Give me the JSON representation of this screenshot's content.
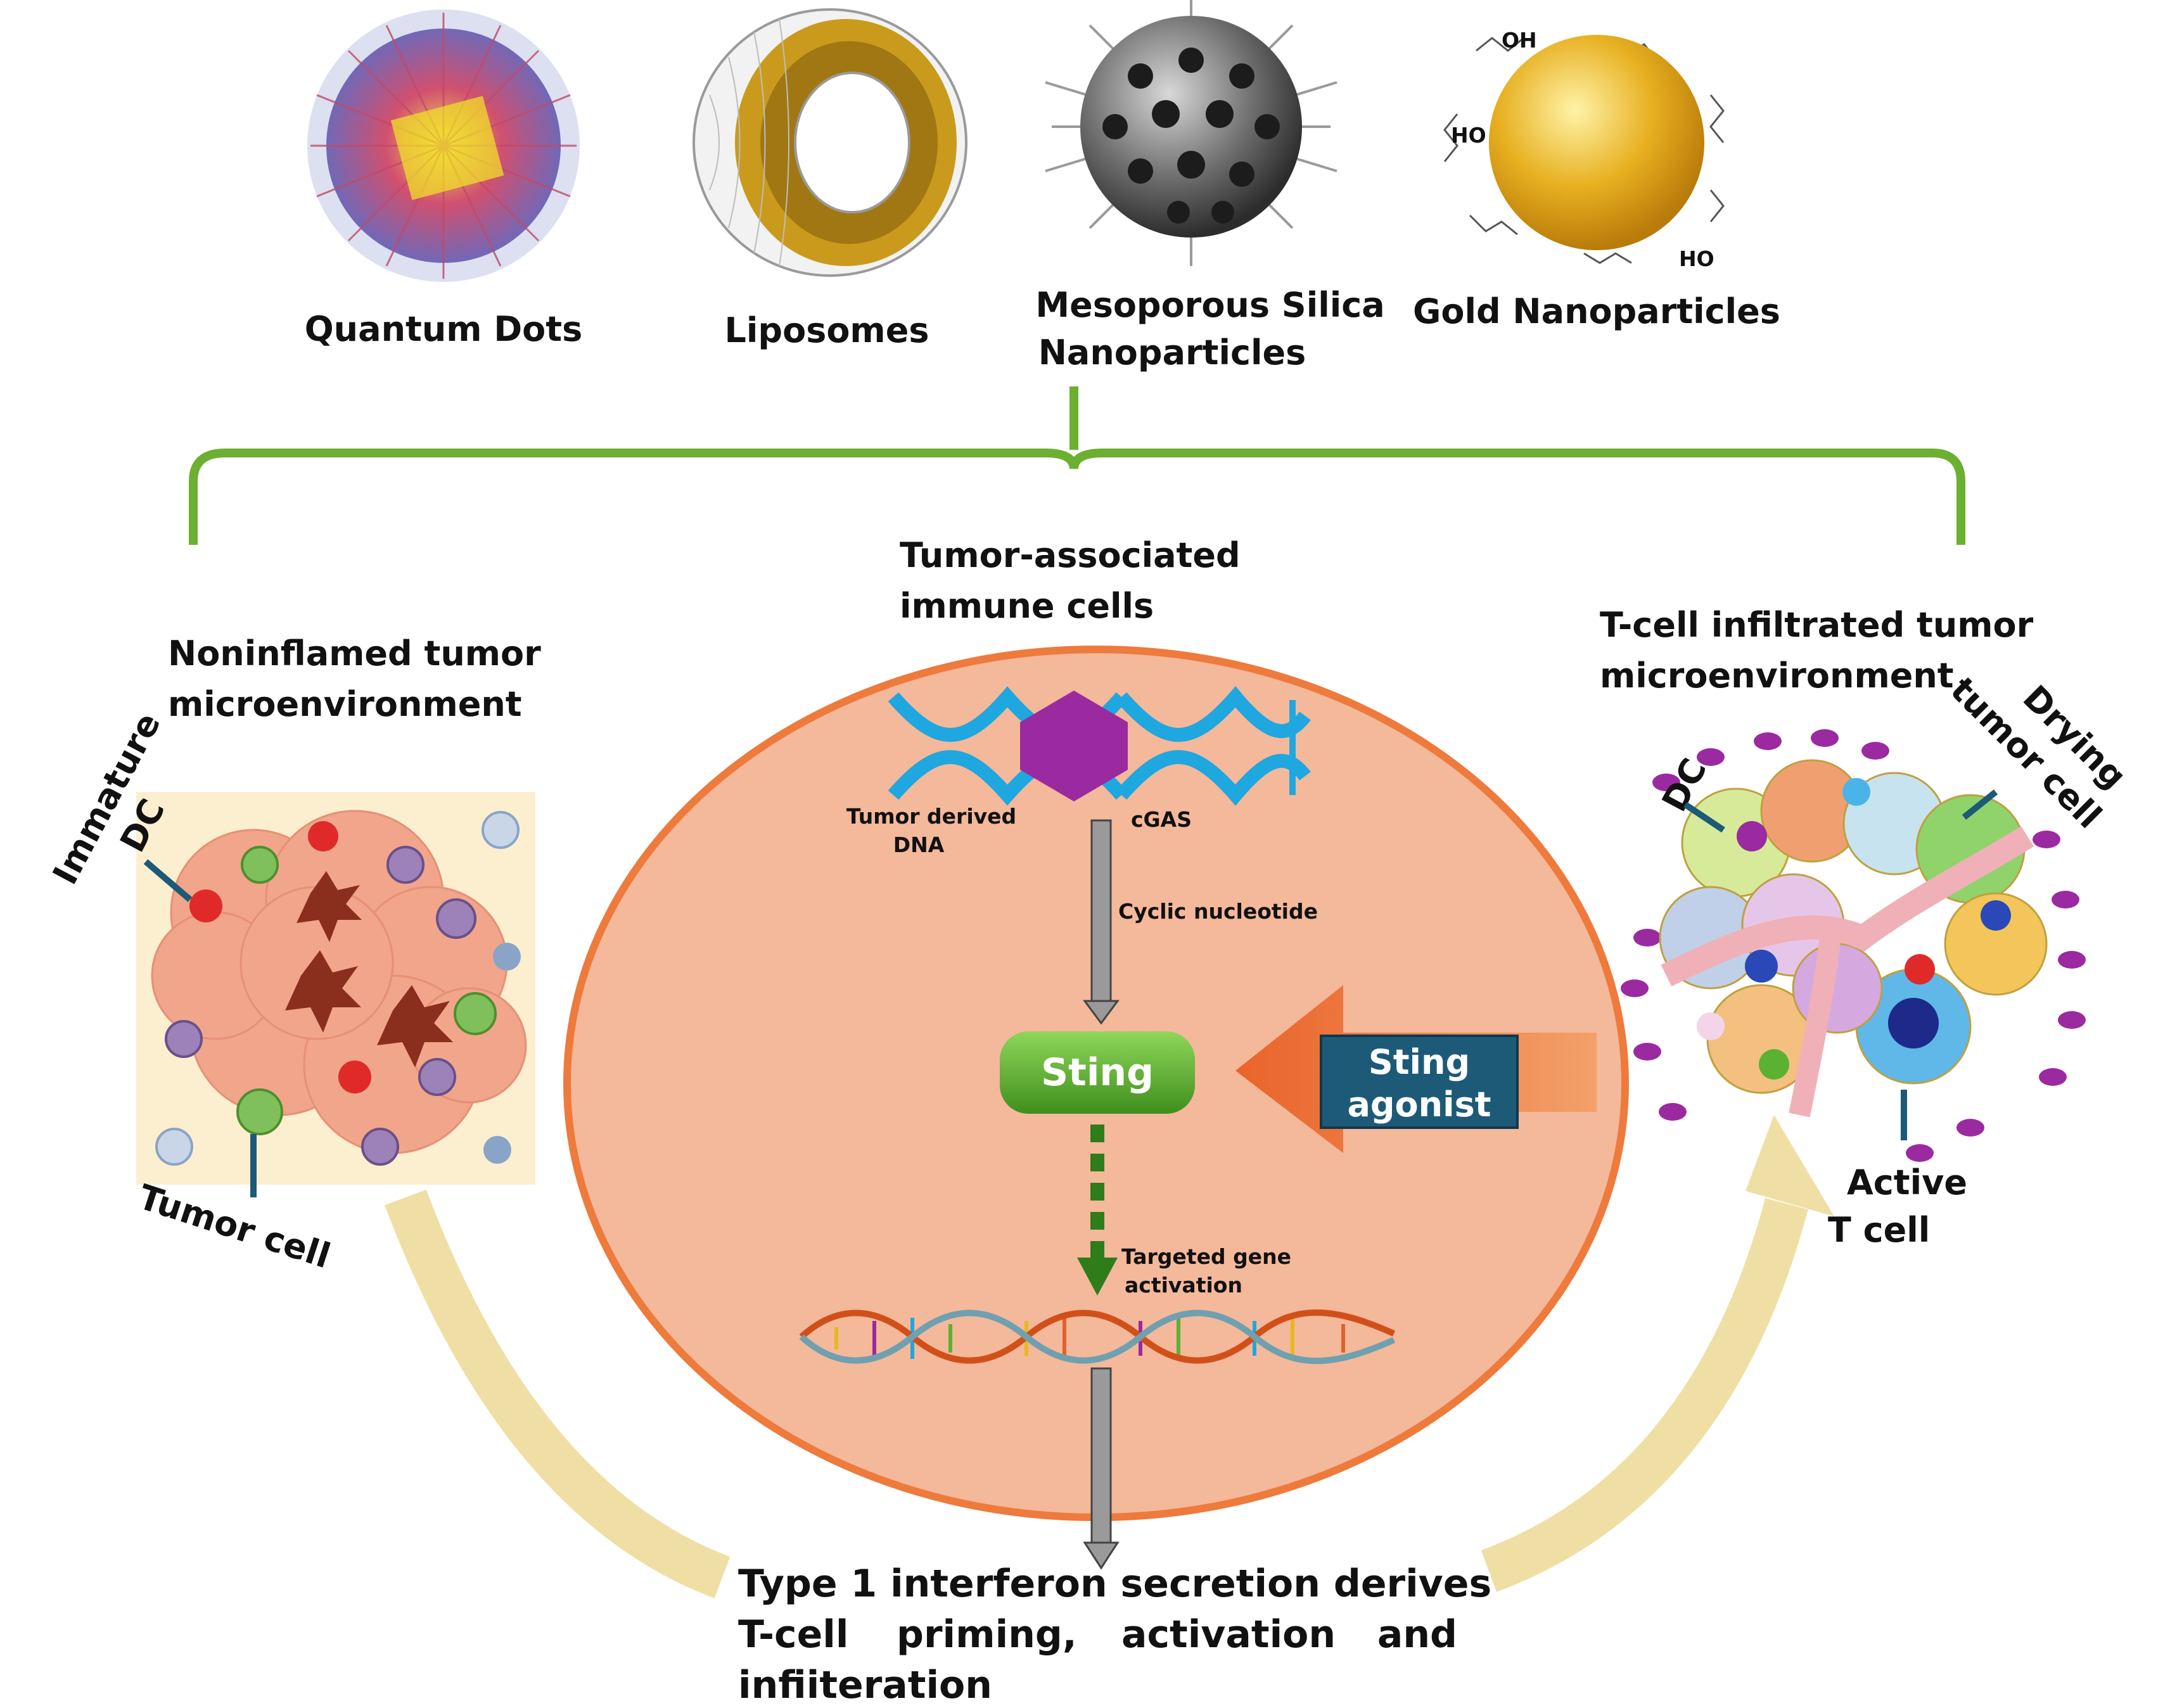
{
  "nanoparticles": [
    {
      "label": "Quantum Dots"
    },
    {
      "label": "Liposomes"
    },
    {
      "label": "Mesoporous Silica",
      "label2": "Nanoparticles"
    },
    {
      "label": "Gold Nanoparticles"
    }
  ],
  "gold_ligand_label": "HO",
  "gold_ligand_label2": "OH",
  "left_panel": {
    "title1": "Noninflamed tumor",
    "title2": "microenvironment",
    "immature_dc1": "Immature",
    "immature_dc2": "DC",
    "tumor_cell": "Tumor cell"
  },
  "center": {
    "title1": "Tumor-associated",
    "title2": "immune cells",
    "tumor_dna1": "Tumor derived",
    "tumor_dna2": "DNA",
    "cgas": "cGAS",
    "cyclic": "Cyclic nucleotide",
    "sting": "Sting",
    "agonist1": "Sting",
    "agonist2": "agonist",
    "targeted1": "Targeted  gene",
    "targeted2": "activation"
  },
  "right_panel": {
    "title1": "T-cell  infiltrated  tumor",
    "title2": "microenvironment",
    "dc": "DC",
    "drying1": "Drying",
    "drying2": "tumor cell",
    "active1": "Active",
    "active2": "T cell"
  },
  "bottom": {
    "line1": "Type 1 interferon secretion derives",
    "line2a": "T-cell",
    "line2b": "priming,",
    "line2c": "activation",
    "line2d": "and",
    "line3": "infiiteration"
  },
  "colors": {
    "bracket": "#6bb030",
    "cell_fill": "#f4b89a",
    "cell_stroke": "#ee7a3c",
    "dna_blue": "#1fa7df",
    "cgas": "#9b2aa0",
    "sting_green": "#5bb132",
    "agonist_box": "#1d5a78",
    "orange_arrow": "#ee7a3c",
    "cycle_arrow": "#f0dfa4"
  }
}
